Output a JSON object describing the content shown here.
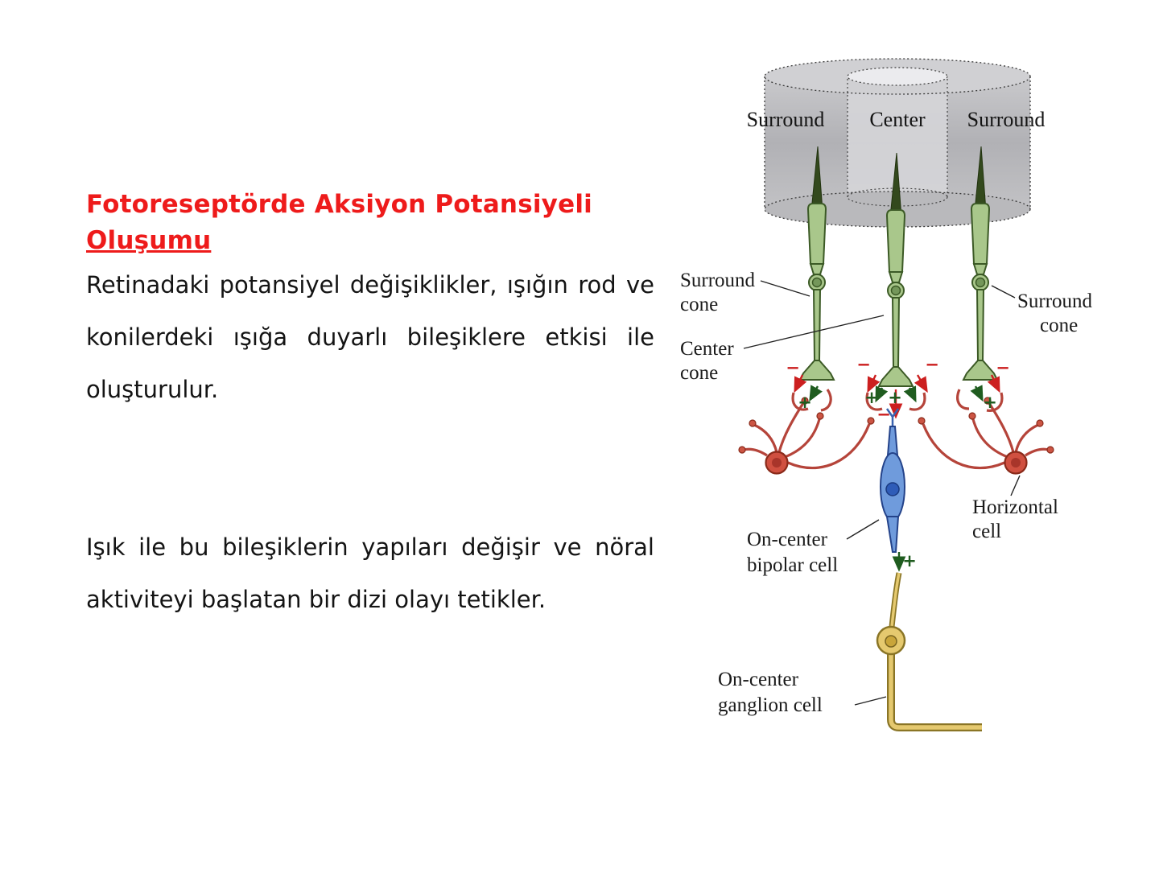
{
  "slide": {
    "heading_lines": [
      "Fotoreseptörde Aksiyon Potansiyeli",
      "Oluşumu"
    ],
    "heading_color": "#ee1b1b",
    "paragraph1": "Retinadaki potansiyel değişiklikler, ışığın rod ve konilerdeki ışığa duyarlı bileşiklere etkisi ile oluşturulur.",
    "paragraph2": "Işık ile bu bileşiklerin yapıları değişir ve nöral aktiviteyi başlatan bir dizi olayı tetikler."
  },
  "diagram": {
    "top_labels": [
      "Surround",
      "Center",
      "Surround"
    ],
    "callouts": {
      "surround_cone_left": [
        "Surround",
        "cone"
      ],
      "center_cone": [
        "Center",
        "cone"
      ],
      "surround_cone_right": [
        "Surround",
        "cone"
      ],
      "horizontal_cell": [
        "Horizontal",
        "cell"
      ],
      "on_center_bipolar": [
        "On-center",
        "bipolar cell"
      ],
      "on_center_ganglion": [
        "On-center",
        "ganglion cell"
      ]
    },
    "signs": {
      "plus": "+",
      "minus": "−"
    },
    "colors": {
      "cone_fill": "#a9c78b",
      "cone_outline": "#3c5a26",
      "cone_tip": "#33491d",
      "horizontal_cell_red": "#c24a38",
      "bipolar_blue": "#6f9bdc",
      "bipolar_nucleus": "#2f5cb8",
      "ganglion_yellow": "#e5c96f",
      "ganglion_outline": "#8a7526",
      "inhibitory_arrow_red": "#cc1f1f",
      "excitatory_arrow_green": "#1f5c1f",
      "cylinder_gray": "#b9b9bd"
    }
  }
}
